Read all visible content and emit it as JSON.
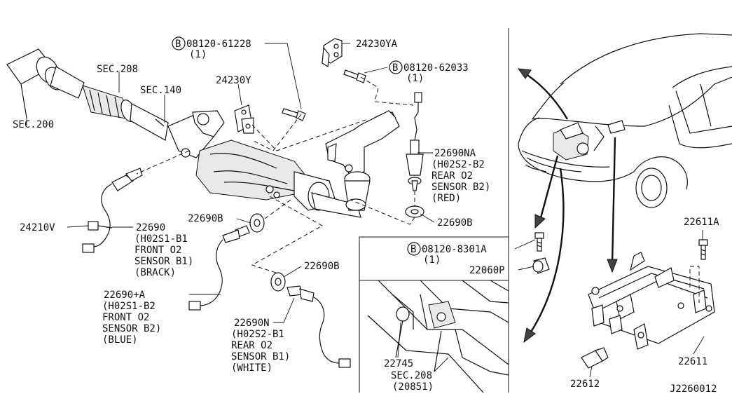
{
  "labels": {
    "sec200": "SEC.200",
    "sec208_top": "SEC.208",
    "sec140": "SEC.140",
    "bolt1_code": "08120-61228",
    "bolt1_qty": "(1)",
    "bracket_24230Y": "24230Y",
    "bracket_24230YA": "24230YA",
    "bolt2_code": "08120-62033",
    "bolt2_qty": "(1)",
    "sensor_22690NA": "22690NA",
    "sensor_22690NA_d1": "(H02S2-B2",
    "sensor_22690NA_d2": "REAR O2",
    "sensor_22690NA_d3": "SENSOR B2)",
    "sensor_22690NA_d4": "(RED)",
    "gasket_22690B_right": "22690B",
    "gasket_22690B_mid": "22690B",
    "gasket_22690B_lower": "22690B",
    "harness_24210V": "24210V",
    "sensor_22690": "22690",
    "sensor_22690_d1": "(H02S1-B1",
    "sensor_22690_d2": "FRONT O2",
    "sensor_22690_d3": "SENSOR B1)",
    "sensor_22690_d4": "(BRACK)",
    "sensor_22690A": "22690+A",
    "sensor_22690A_d1": "(H02S1-B2",
    "sensor_22690A_d2": "FRONT O2",
    "sensor_22690A_d3": "SENSOR B2)",
    "sensor_22690A_d4": "(BLUE)",
    "sensor_22690N": "22690N",
    "sensor_22690N_d1": "(H02S2-B1",
    "sensor_22690N_d2": "REAR O2",
    "sensor_22690N_d3": "SENSOR B1)",
    "sensor_22690N_d4": "(WHITE)",
    "bolt3_code": "08120-8301A",
    "bolt3_qty": "(1)",
    "knock_22060P": "22060P",
    "part_22745": "22745",
    "sec208_bottom": "SEC.208",
    "sec208_bottom_ref": "(20851)",
    "bolt_22611A": "22611A",
    "ecm_bracket_22611": "22611",
    "clip_22612": "22612",
    "diagram_code": "J2260012",
    "bolt_prefix": "B"
  }
}
